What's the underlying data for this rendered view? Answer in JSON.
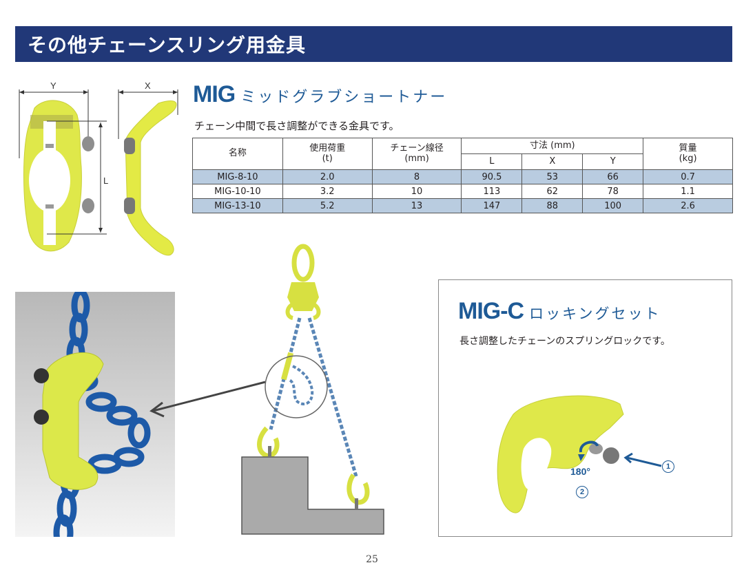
{
  "header": {
    "title": "その他チェーンスリング用金具"
  },
  "mig": {
    "code": "MIG",
    "name_kana": "ミッドグラブショートナー",
    "description": "チェーン中間で長さ調整ができる金具です。",
    "diagram_labels": {
      "y": "Y",
      "x": "X",
      "l": "L"
    },
    "table": {
      "headers": {
        "name": "名称",
        "load": "使用荷重",
        "load_unit": "(t)",
        "chain": "チェーン線径",
        "chain_unit": "(mm)",
        "dims": "寸法 (mm)",
        "dim_l": "L",
        "dim_x": "X",
        "dim_y": "Y",
        "mass": "質量",
        "mass_unit": "(kg)"
      },
      "rows": [
        {
          "name": "MIG-8-10",
          "load": "2.0",
          "chain": "8",
          "l": "90.5",
          "x": "53",
          "y": "66",
          "mass": "0.7"
        },
        {
          "name": "MIG-10-10",
          "load": "3.2",
          "chain": "10",
          "l": "113",
          "x": "62",
          "y": "78",
          "mass": "1.1"
        },
        {
          "name": "MIG-13-10",
          "load": "5.2",
          "chain": "13",
          "l": "147",
          "x": "88",
          "y": "100",
          "mass": "2.6"
        }
      ]
    }
  },
  "mig_c": {
    "code": "MIG-C",
    "name_kana": "ロッキングセット",
    "description": "長さ調整したチェーンのスプリングロックです。",
    "rotation_label": "180°",
    "step1": "1",
    "step2": "2"
  },
  "colors": {
    "header_bg": "#213878",
    "accent_blue": "#1e5a96",
    "row_shade": "#b9cce0",
    "fitting_yellow": "#dfe84a",
    "chain_blue": "#1d5aa8"
  },
  "footer": {
    "page_number": "25"
  }
}
